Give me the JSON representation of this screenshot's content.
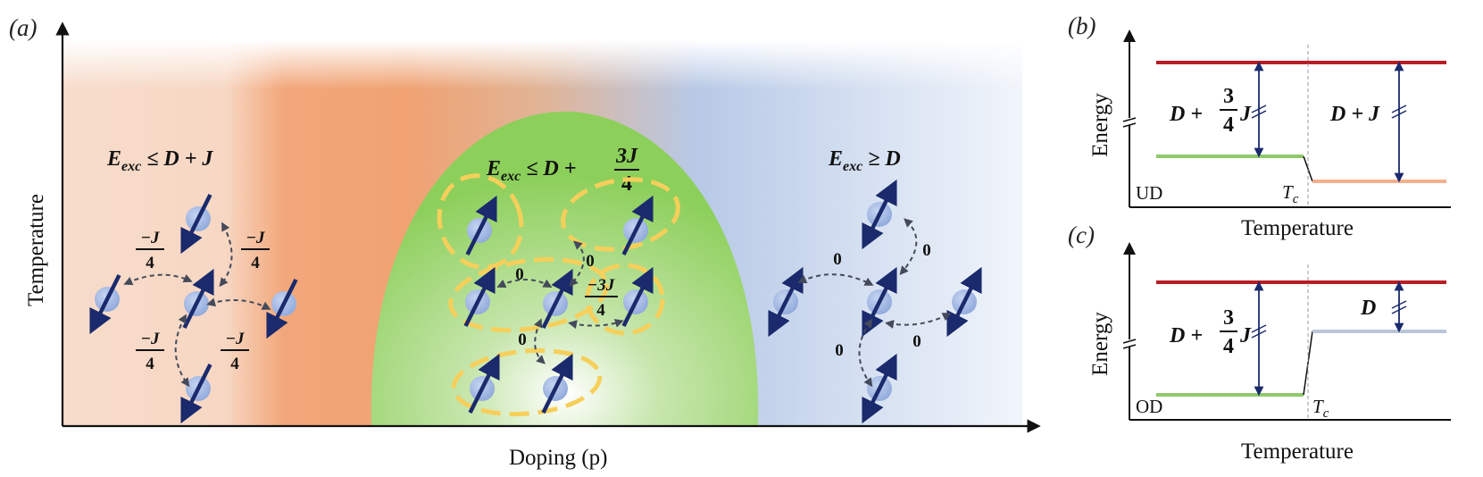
{
  "colors": {
    "antiferro_orange": "#f2a77a",
    "dome_green": "#8ccf5a",
    "overdoped_blue": "#b7c9e6",
    "spin_arrow": "#1a2a6c",
    "spin_ball": "#8fa8db",
    "pair_ring": "#f6cf5b",
    "upper_level": "#b81d24",
    "lower_level_green": "#8fc96a",
    "level_orange": "#f4b08c",
    "level_blue": "#b9c6da"
  },
  "panel_a": {
    "label": "(a)",
    "x_axis_label": "Doping (p)",
    "y_axis_label": "Temperature",
    "region_left": {
      "condition": {
        "lhs": "E",
        "sub": "exc",
        "rhs": "≤ D + J"
      },
      "couplings": {
        "top_left": {
          "num": "−J",
          "den": "4"
        },
        "top_right": {
          "num": "−J",
          "den": "4"
        },
        "bottom_left": {
          "num": "−J",
          "den": "4"
        },
        "bottom_right": {
          "num": "−J",
          "den": "4"
        }
      }
    },
    "region_middle": {
      "condition": {
        "lhs": "E",
        "sub": "exc",
        "rhs": "≤ D +",
        "frac_num": "3J",
        "frac_den": "4"
      },
      "couplings": {
        "left": "0",
        "top": "0",
        "bottom": "0",
        "right": {
          "num": "−3J",
          "den": "4"
        }
      }
    },
    "region_right": {
      "condition": {
        "lhs": "E",
        "sub": "exc",
        "rhs": "≥ D"
      },
      "couplings": {
        "top_left": "0",
        "top_right": "0",
        "bottom_left": "0",
        "bottom_right": "0"
      }
    }
  },
  "panel_b": {
    "label": "(b)",
    "y_axis_label": "Energy",
    "x_axis_label": "Temperature",
    "phase_label": "UD",
    "tc_label": "T",
    "tc_sub": "c",
    "gap_left": {
      "pre": "D + ",
      "frac_num": "3",
      "frac_den": "4",
      "post": "J"
    },
    "gap_right": "D + J"
  },
  "panel_c": {
    "label": "(c)",
    "y_axis_label": "Energy",
    "x_axis_label": "Temperature",
    "phase_label": "OD",
    "tc_label": "T",
    "tc_sub": "c",
    "gap_left": {
      "pre": "D + ",
      "frac_num": "3",
      "frac_den": "4",
      "post": "J"
    },
    "gap_right": "D"
  }
}
